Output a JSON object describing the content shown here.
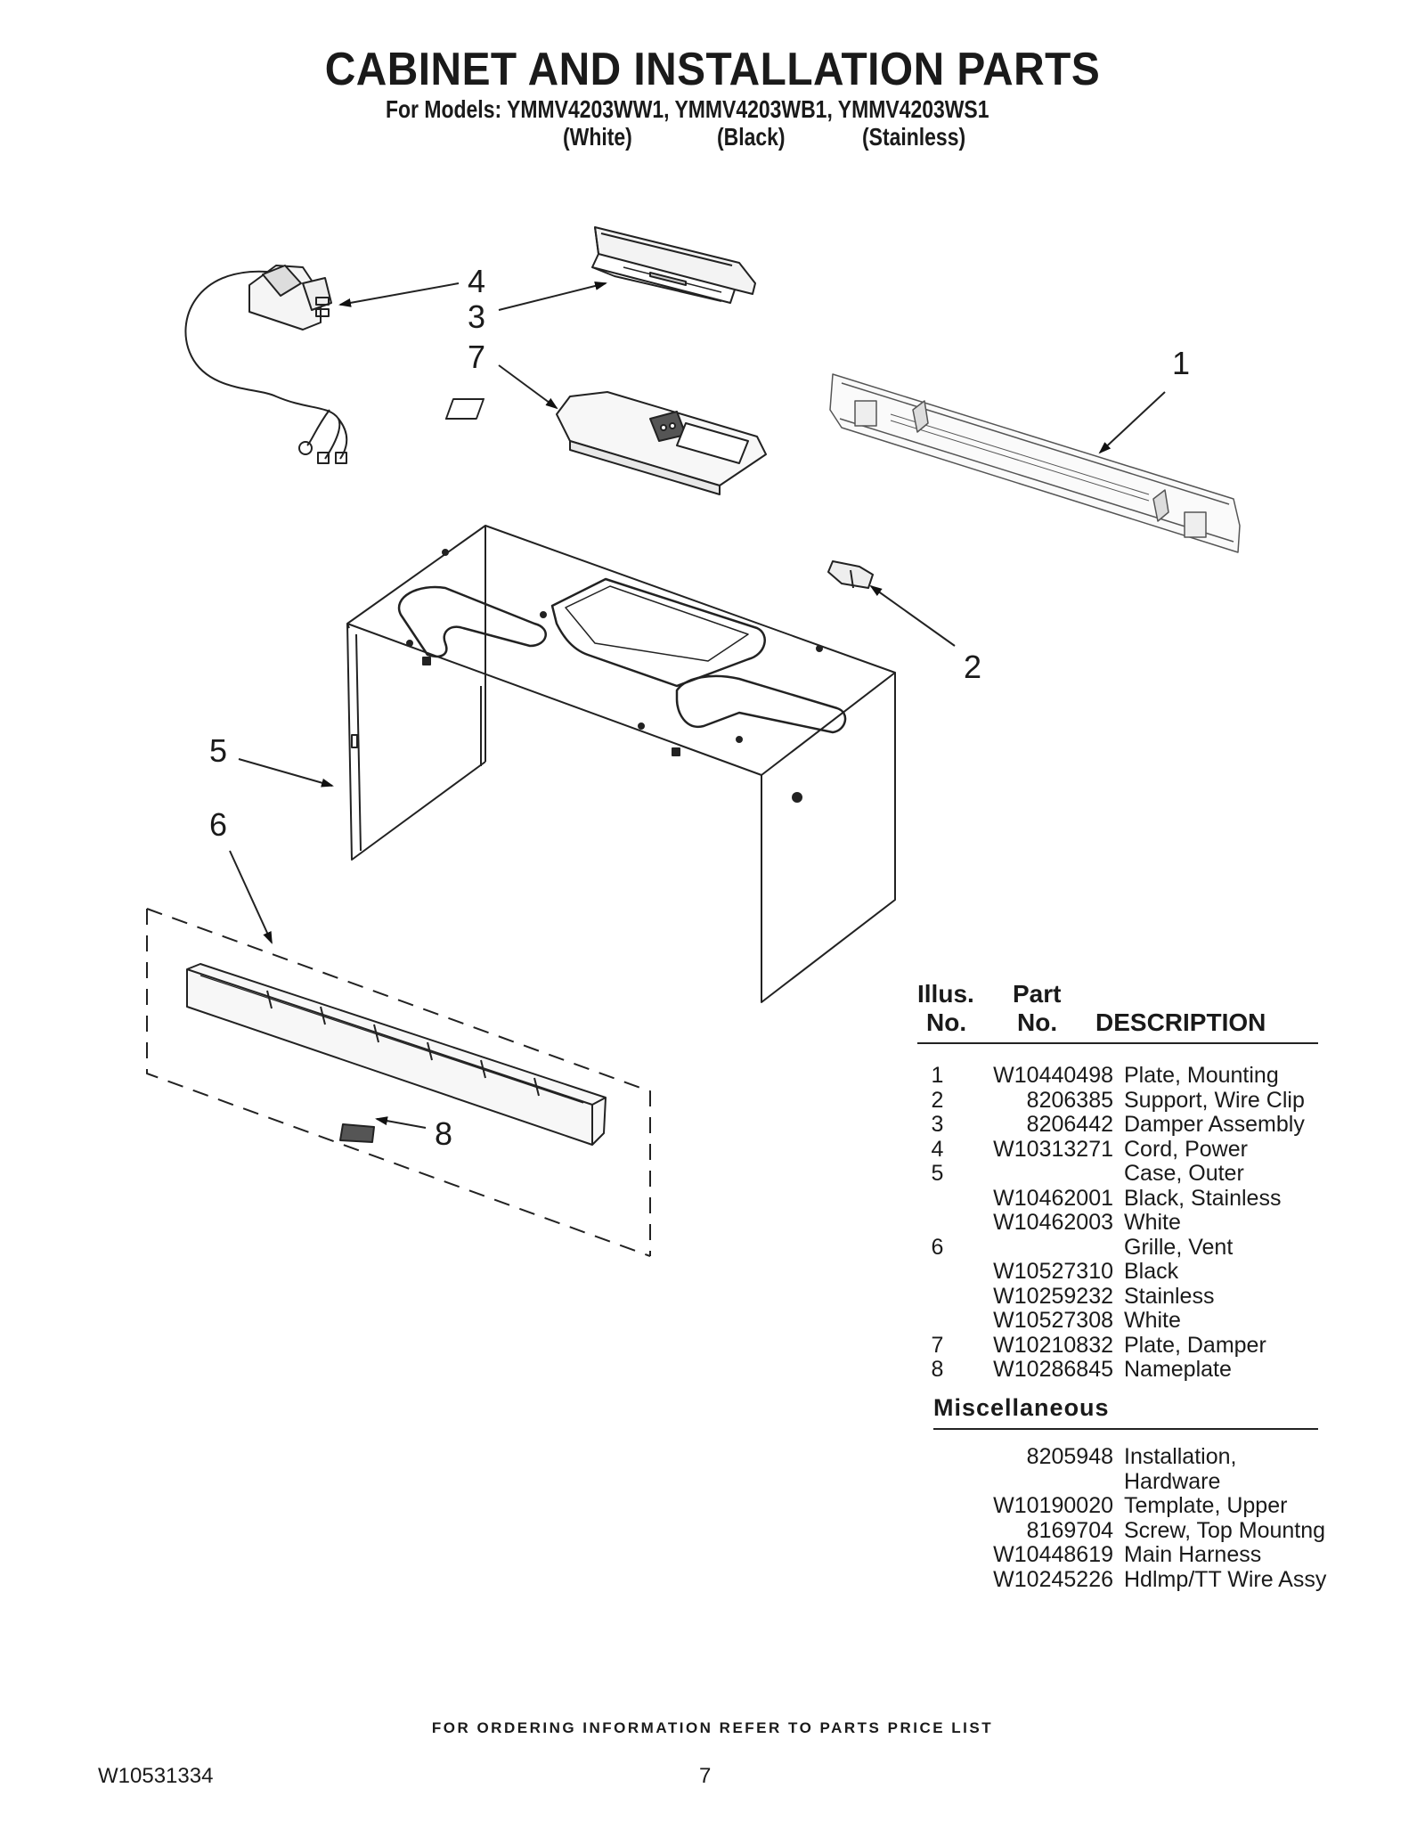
{
  "header": {
    "title": "CABINET AND INSTALLATION PARTS",
    "models_line": "For Models: YMMV4203WW1, YMMV4203WB1, YMMV4203WS1",
    "colors": [
      "(White)",
      "(Black)",
      "(Stainless)"
    ]
  },
  "diagram": {
    "callouts": [
      "1",
      "2",
      "3",
      "4",
      "5",
      "6",
      "7",
      "8"
    ]
  },
  "parts_table": {
    "headers": {
      "illus_line1": "Illus.",
      "illus_line2": "No.",
      "part_line1": "Part",
      "part_line2": "No.",
      "description": "DESCRIPTION"
    },
    "rows": [
      {
        "no": "1",
        "part": "W10440498",
        "desc": "Plate, Mounting"
      },
      {
        "no": "2",
        "part": "8206385",
        "desc": "Support, Wire Clip"
      },
      {
        "no": "3",
        "part": "8206442",
        "desc": "Damper Assembly"
      },
      {
        "no": "4",
        "part": "W10313271",
        "desc": "Cord, Power"
      },
      {
        "no": "5",
        "part": "",
        "desc": "Case, Outer"
      },
      {
        "no": "",
        "part": "W10462001",
        "desc": "Black, Stainless"
      },
      {
        "no": "",
        "part": "W10462003",
        "desc": "White"
      },
      {
        "no": "6",
        "part": "",
        "desc": "Grille, Vent"
      },
      {
        "no": "",
        "part": "W10527310",
        "desc": "Black"
      },
      {
        "no": "",
        "part": "W10259232",
        "desc": "Stainless"
      },
      {
        "no": "",
        "part": "W10527308",
        "desc": "White"
      },
      {
        "no": "7",
        "part": "W10210832",
        "desc": "Plate, Damper"
      },
      {
        "no": "8",
        "part": "W10286845",
        "desc": "Nameplate"
      }
    ]
  },
  "miscellaneous": {
    "title": "Miscellaneous",
    "rows": [
      {
        "part": "8205948",
        "desc": "Installation,"
      },
      {
        "part": "",
        "desc": "Hardware"
      },
      {
        "part": "W10190020",
        "desc": "Template, Upper"
      },
      {
        "part": "8169704",
        "desc": "Screw, Top Mountng"
      },
      {
        "part": "W10448619",
        "desc": "Main Harness"
      },
      {
        "part": "W10245226",
        "desc": "Hdlmp/TT Wire Assy"
      }
    ]
  },
  "footer": {
    "ordering_note": "FOR ORDERING INFORMATION REFER TO PARTS PRICE LIST",
    "doc_number": "W10531334",
    "page_number": "7"
  }
}
